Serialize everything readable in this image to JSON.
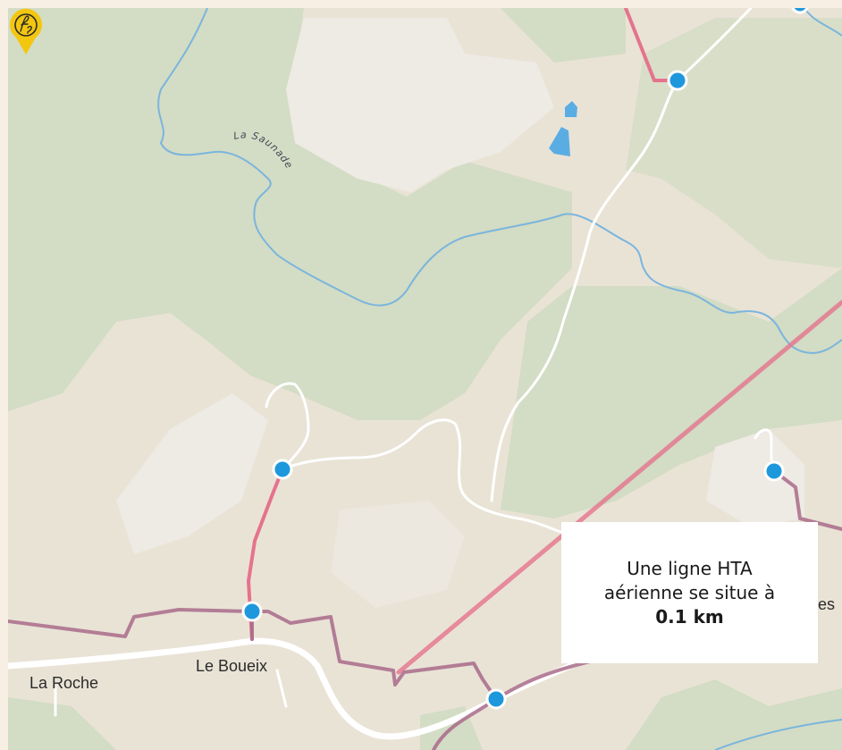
{
  "map": {
    "places": [
      {
        "id": "la-roche",
        "label": "La Roche"
      },
      {
        "id": "le-boueix",
        "label": "Le Boueix"
      },
      {
        "id": "partial-es",
        "label": "es"
      }
    ],
    "river_name": "La Saunade",
    "colors": {
      "background": "#e9e3d6",
      "forest": "#d3dcc4",
      "field": "#eeeae4",
      "road": "#ffffff",
      "river": "#7ab5dd",
      "water": "#5aade3",
      "hta_line": "#e5738d",
      "bt_line": "#a96b8a",
      "pole": "#1e98dc",
      "marker": "#f3c70f"
    },
    "marker_icon": "fs-logo-marker-icon",
    "pole_icon": "utility-pole-dot-icon"
  },
  "info": {
    "line1": "Une ligne HTA",
    "line2": "aérienne se situe à",
    "distance": "0.1 km"
  }
}
